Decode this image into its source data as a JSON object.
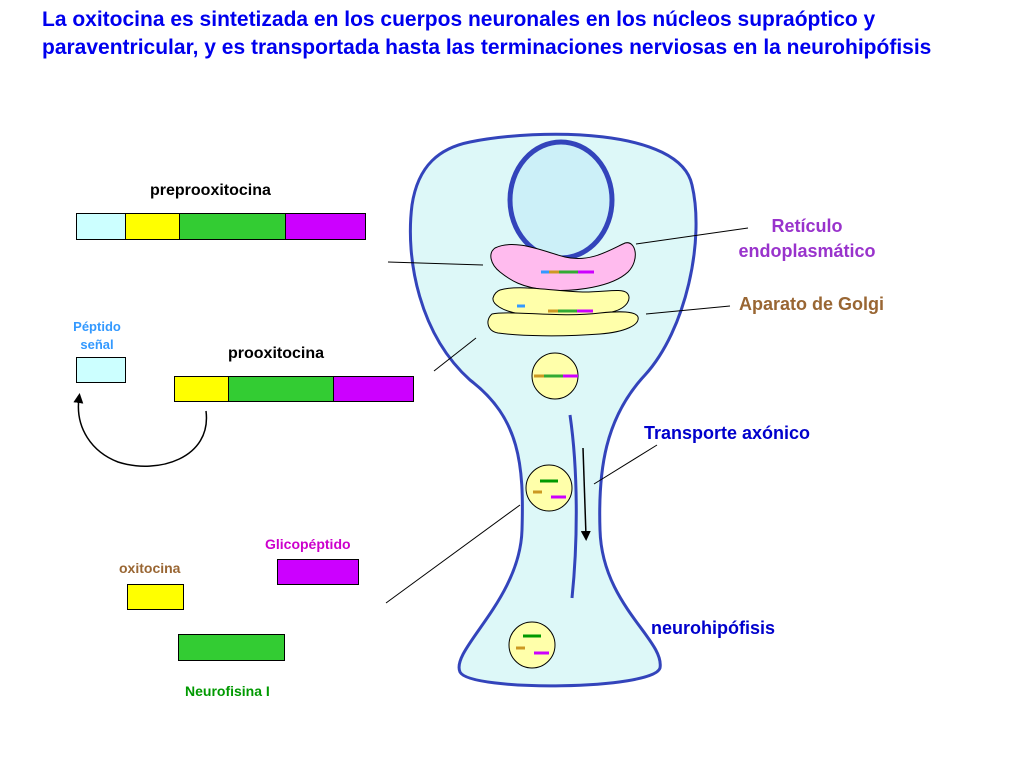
{
  "title": "La oxitocina es sintetizada en los cuerpos neuronales en los núcleos supraóptico y paraventricular, y es transportada hasta las terminaciones nerviosas en la neurohipófisis",
  "labels": {
    "preprooxitocina": "preprooxitocina",
    "prooxitocina": "prooxitocina",
    "peptido_senal": "Péptido señal",
    "glicopeptido": "Glicopéptido",
    "oxitocina": "oxitocina",
    "neurofisina": "Neurofisina I",
    "reticulo": "Retículo endoplasmático",
    "golgi": "Aparato de Golgi",
    "transporte": "Transporte axónico",
    "neurohipofisis": "neurohipófisis"
  },
  "colors": {
    "title": "#0000ee",
    "signal_peptide": "#ccffff",
    "oxytocin": "#ffff00",
    "neurophysin": "#33cc33",
    "glycopeptide": "#cc00ff",
    "neuron_fill": "#ddf8f8",
    "neuron_outline": "#3344bb",
    "er": "#ffbbee",
    "golgi": "#ffffaa",
    "reticulo_label": "#9933cc",
    "golgi_label": "#996633",
    "transport_label": "#0000cc",
    "glyco_label": "#cc00cc",
    "oxy_label": "#996633",
    "neuro_label": "#009900",
    "signal_label": "#3399ff"
  }
}
